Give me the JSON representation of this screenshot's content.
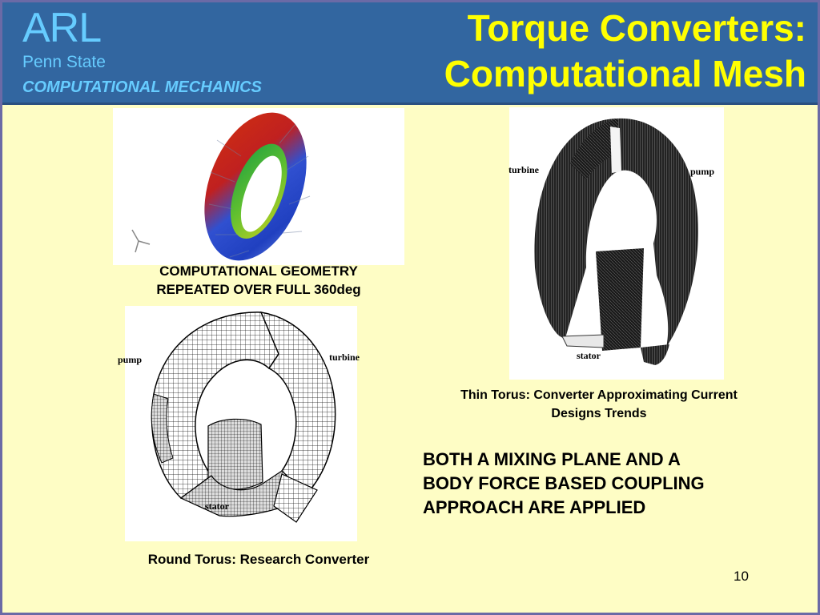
{
  "header": {
    "logo": {
      "arl": "ARL",
      "university": "Penn State",
      "division": "COMPUTATIONAL MECHANICS"
    },
    "title_line1": "Torque Converters:",
    "title_line2": "Computational Mesh"
  },
  "figures": {
    "geometry": {
      "caption_line1": "COMPUTATIONAL GEOMETRY",
      "caption_line2": "REPEATED OVER FULL 360deg"
    },
    "thin_torus": {
      "labels": {
        "turbine": "turbine",
        "pump": "pump",
        "stator": "stator"
      },
      "caption_line1": "Thin Torus: Converter Approximating Current",
      "caption_line2": "Designs Trends"
    },
    "round_torus": {
      "labels": {
        "pump": "pump",
        "turbine": "turbine",
        "stator": "stator"
      },
      "caption": "Round Torus: Research Converter"
    }
  },
  "body": {
    "statement_line1": "BOTH A MIXING PLANE AND A",
    "statement_line2": "BODY FORCE BASED COUPLING",
    "statement_line3": "APPROACH ARE APPLIED"
  },
  "footer": {
    "page_number": "10"
  },
  "colors": {
    "background": "#fefdc5",
    "header": "#3266a0",
    "title": "#ffff00",
    "logo": "#66ccff",
    "frame": "#6b6aa6"
  }
}
